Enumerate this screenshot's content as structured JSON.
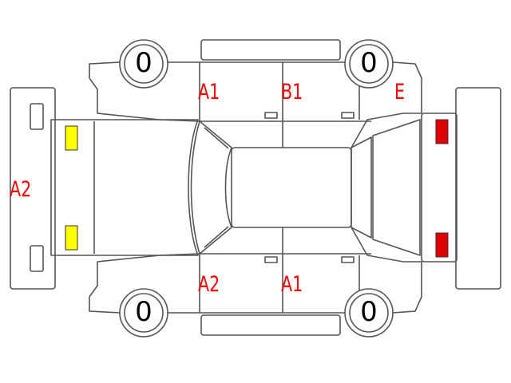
{
  "colors": {
    "outline": "#555555",
    "damage_label": "#ff0000",
    "tire_label": "#000000",
    "front_lamp": "#ffff00",
    "rear_lamp": "#e00000"
  },
  "tires": {
    "front_left": "0",
    "rear_left": "0",
    "front_right": "0",
    "rear_right": "0"
  },
  "damage_marks": {
    "left_front_door": "A1",
    "left_rear_door": "B1",
    "left_rear_quarter": "E",
    "front_bumper": "A2",
    "right_front_door": "A2",
    "right_rear_door": "A1"
  }
}
